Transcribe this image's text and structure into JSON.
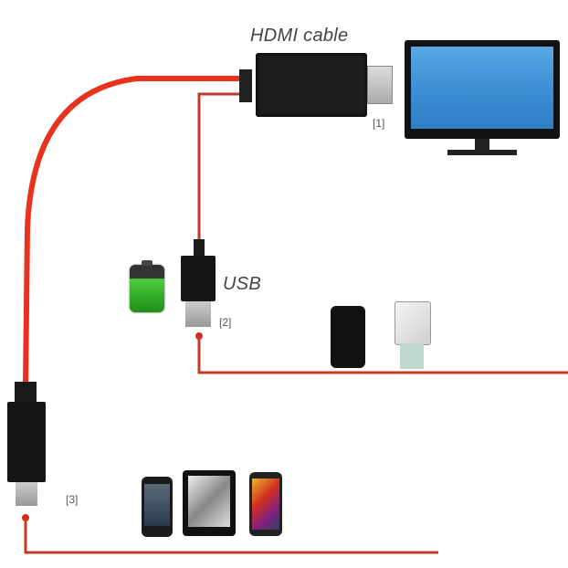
{
  "labels": {
    "hdmi": "HDMI cable",
    "usb": "USB",
    "port1": "[1]",
    "port2": "[2]",
    "port3": "[3]"
  },
  "colors": {
    "cable": "#e8321e",
    "cable_dark": "#c0392b",
    "connector": "#1a1a1a",
    "screen": "#3a8fd6",
    "battery": "#3db83a"
  },
  "devices": {
    "display": "monitor-tv",
    "power": [
      "battery-charge",
      "black-power-adapter",
      "white-usb-charger"
    ],
    "mobile": [
      "smartphone-htc",
      "tablet",
      "smartphone"
    ]
  }
}
